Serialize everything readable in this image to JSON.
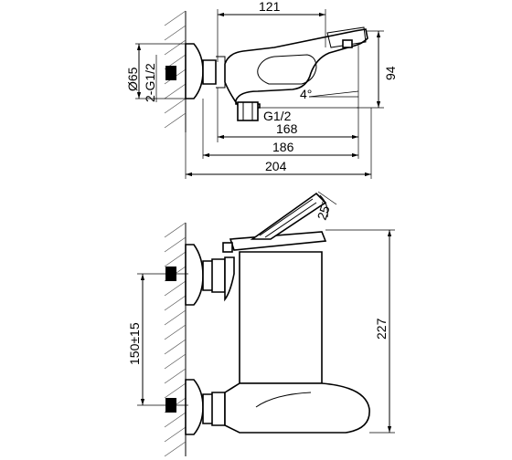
{
  "dimensions": {
    "top_view": {
      "d121": "121",
      "d168": "168",
      "d186": "186",
      "d204": "204",
      "d94": "94",
      "d65": "Ø65",
      "thread_inlet": "2-G1/2",
      "thread_outlet": "G1/2",
      "angle": "4°"
    },
    "side_view": {
      "angle": "25°",
      "d227": "227",
      "d150": "150±15"
    }
  }
}
